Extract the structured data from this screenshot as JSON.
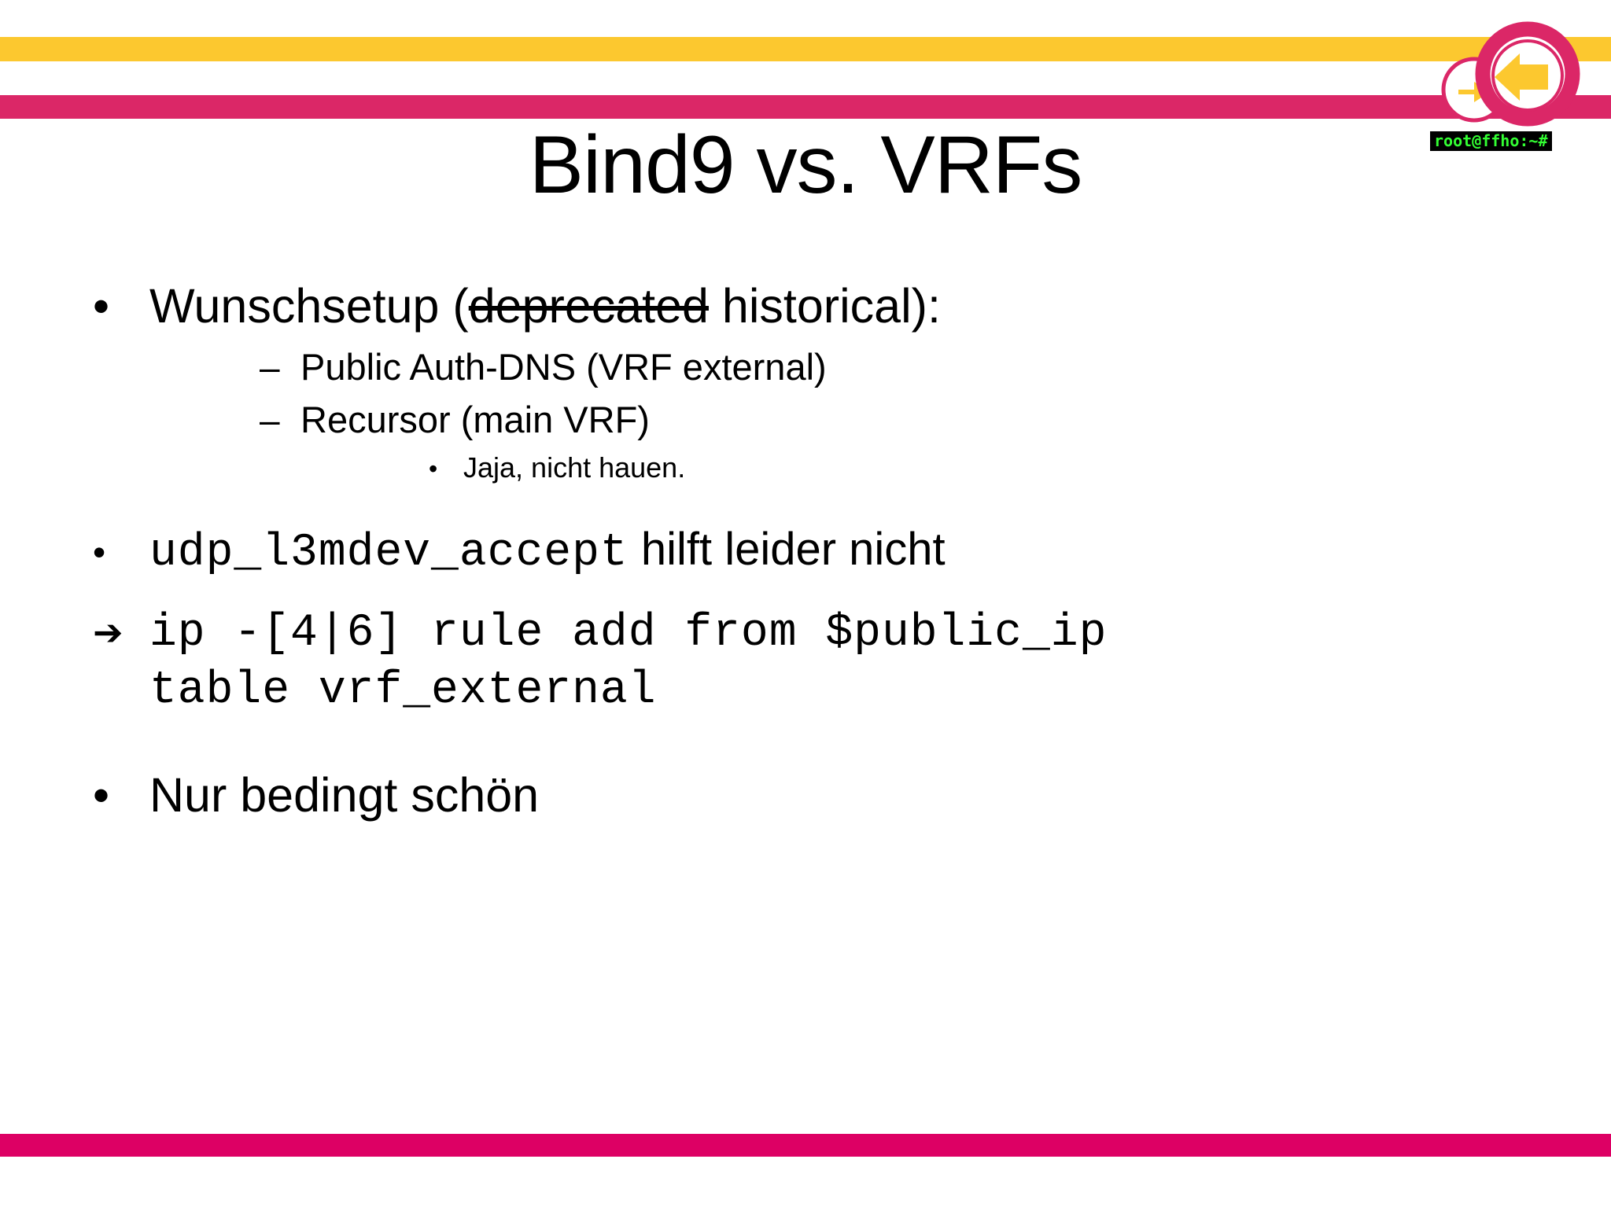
{
  "slide": {
    "title": "Bind9 vs. VRFs",
    "colors": {
      "yellow_bar": "#FCC82F",
      "pink_bar_top": "#DB2767",
      "pink_bar_bottom": "#DD0064",
      "logo_pink": "#DB2767",
      "logo_yellow": "#FCC82F",
      "terminal_bg": "#000000",
      "terminal_text": "#33FF33"
    },
    "logo": {
      "terminal_prompt": "root@ffho:~#"
    },
    "bullets": {
      "b1": {
        "marker": "•",
        "pre": "Wunschsetup (",
        "struck": "deprecated",
        "post": " historical):"
      },
      "b1_sub1": {
        "marker": "–",
        "text": "Public Auth-DNS (VRF external)"
      },
      "b1_sub2": {
        "marker": "–",
        "text": "Recursor (main VRF)"
      },
      "b1_sub2_sub1": {
        "marker": "•",
        "text": "Jaja, nicht hauen."
      },
      "b2": {
        "marker": "•",
        "code": "udp_l3mdev_accept",
        "text": " hilft leider nicht"
      },
      "b3": {
        "marker": "➔",
        "code_line1": "ip -[4|6] rule add from $public_ip",
        "code_line2": "table vrf_external"
      },
      "b4": {
        "marker": "•",
        "text": "Nur bedingt schön"
      }
    }
  }
}
